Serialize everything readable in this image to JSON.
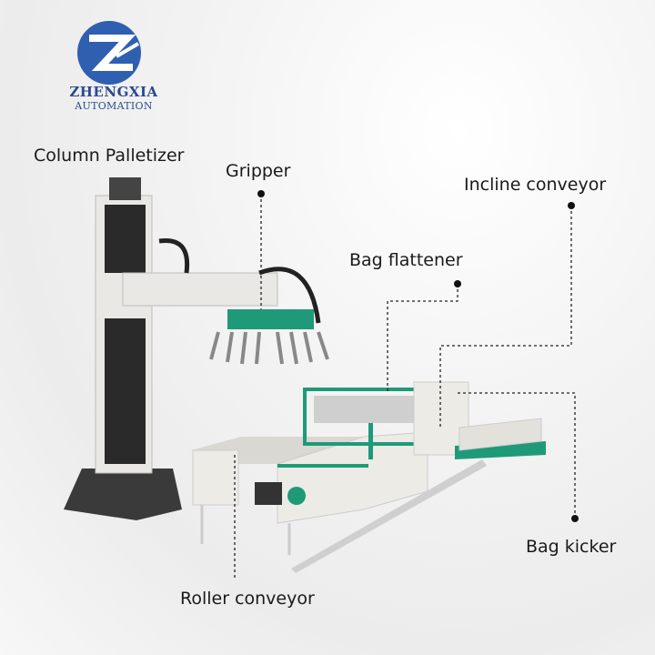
{
  "brand": {
    "name": "ZHENGXIA",
    "subtitle": "AUTOMATION",
    "color": "#2f5fb0"
  },
  "labels": {
    "column_palletizer": "Column Palletizer",
    "gripper": "Gripper",
    "incline_conveyor": "Incline conveyor",
    "bag_flattener": "Bag flattener",
    "bag_kicker": "Bag kicker",
    "roller_conveyor": "Roller conveyor"
  },
  "colors": {
    "machine_body": "#ecebe6",
    "accent_green": "#1f9a78",
    "column_dark": "#2b2b2b"
  }
}
